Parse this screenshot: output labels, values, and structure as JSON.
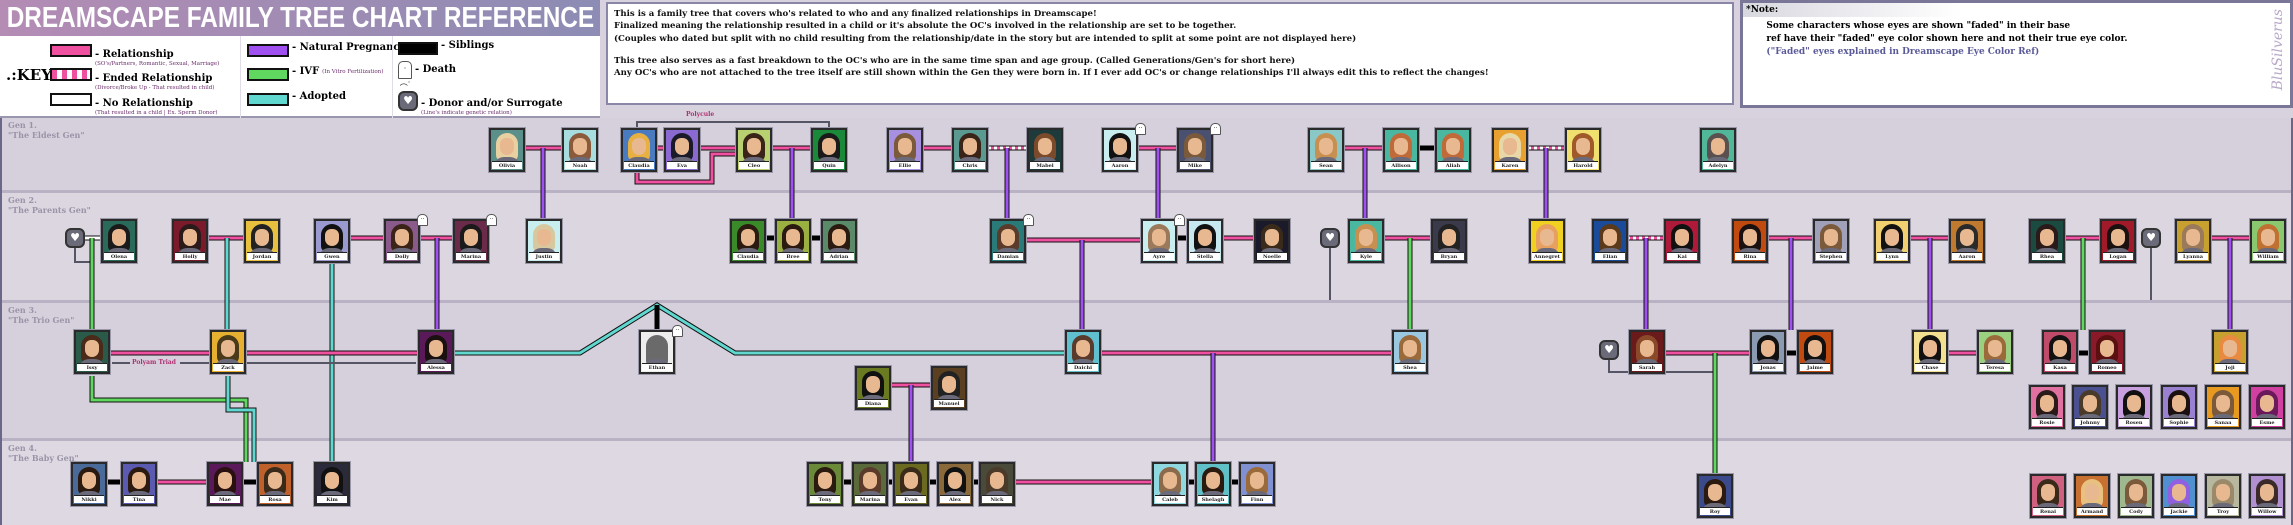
{
  "title": "DREAMSCAPE FAMILY TREE CHART REFERENCE",
  "key": {
    "label": ".:KEY",
    "items": [
      {
        "name": "relationship",
        "label": "- Relationship",
        "sub": "(SO's/Partners, Romantic, Sexual, Marriage)",
        "color": "#f050a0"
      },
      {
        "name": "ended-relationship",
        "label": "- Ended Relationship",
        "sub": "(Divorce/Broke Up - That resulted in child)",
        "color": "#f050a0"
      },
      {
        "name": "no-relationship",
        "label": "- No Relationship",
        "sub": "(That resulted in a child | Ex. Sperm Donor)",
        "color": "#ffffff"
      },
      {
        "name": "natural-pregnancy",
        "label": "- Natural Pregnancy",
        "sub": "",
        "color": "#a050f0"
      },
      {
        "name": "ivf",
        "label": "- IVF",
        "sub": "(In Vitro Fertilization)",
        "color": "#60d860"
      },
      {
        "name": "adopted",
        "label": "- Adopted",
        "sub": "",
        "color": "#60d8d0"
      },
      {
        "name": "siblings",
        "label": "- Siblings",
        "sub": "",
        "color": "#000000"
      },
      {
        "name": "death",
        "label": "- Death",
        "sub": "",
        "icon": "ghost-icon"
      },
      {
        "name": "donor",
        "label": "- Donor and/or Surrogate",
        "sub": "(Line's indicate genetic relation)",
        "icon": "heart-badge-icon"
      }
    ]
  },
  "info": {
    "lines": [
      "This is a family tree that covers who's related to who and any finalized relationships in Dreamscape!",
      "Finalized meaning the relationship resulted in a child or it's absolute the OC's involved in the relationship are set to be together.",
      "(Couples who dated but split with no child resulting from the relationship/date in the story but are intended to split at some point are not displayed here)",
      "This tree also serves as a fast breakdown to the OC's who are in the same time span and age group. (Called Generations/Gen's for short here)",
      "Any OC's who are not attached to the tree itself are still shown within the Gen they were born in. If I ever add OC's or change relationships I'll always edit this to reflect the changes!"
    ]
  },
  "note": {
    "heading": "*Note:",
    "line1": "Some characters whose eyes are shown \"faded\" in their base",
    "line2": "ref have their \"faded\" eye color shown here and not their true eye color.",
    "link": "(\"Faded\" eyes explained in Dreamscape Eye Color Ref)",
    "signature": "BluSilverus"
  },
  "annotations": {
    "polycule": "Polycule",
    "triad": "Polyam Triad"
  },
  "gens": [
    {
      "label": "Gen 1.",
      "subtitle": "\"The Eldest Gen\"",
      "characters": [
        {
          "name": "Olivia",
          "bg": "#5a8f8a",
          "hair": "#e8d0a0"
        },
        {
          "name": "Noah",
          "bg": "#a8dde0",
          "hair": "#8a5a3a"
        },
        {
          "name": "Claudia",
          "bg": "#4a7ac0",
          "hair": "#e8b040"
        },
        {
          "name": "Eva",
          "bg": "#8a6ad0",
          "hair": "#1a1a2a"
        },
        {
          "name": "Cleo",
          "bg": "#b8d070",
          "hair": "#3a2418"
        },
        {
          "name": "Quin",
          "bg": "#1a8a3a",
          "hair": "#1a1a1a"
        },
        {
          "name": "Ellie",
          "bg": "#a890e0",
          "hair": "#7a5a3a"
        },
        {
          "name": "Chris",
          "bg": "#5a9a90",
          "hair": "#3a2418"
        },
        {
          "name": "Mabel",
          "bg": "#1f3a3a",
          "hair": "#7a4a2a"
        },
        {
          "name": "Aaron",
          "bg": "#c8eef0",
          "hair": "#111111",
          "dead": true
        },
        {
          "name": "Mike",
          "bg": "#4a5070",
          "hair": "#7a5a3a",
          "dead": true
        },
        {
          "name": "Sean",
          "bg": "#8ac8c8",
          "hair": "#c89050"
        },
        {
          "name": "Allison",
          "bg": "#4ab8a0",
          "hair": "#c06a3a"
        },
        {
          "name": "Aliah",
          "bg": "#4ab8a0",
          "hair": "#c06a3a"
        },
        {
          "name": "Karen",
          "bg": "#e8a030",
          "hair": "#e8d8a8"
        },
        {
          "name": "Harold",
          "bg": "#f0e070",
          "hair": "#a05a2a"
        },
        {
          "name": "Adelyn",
          "bg": "#50b898",
          "hair": "#5a5050"
        }
      ]
    },
    {
      "label": "Gen 2.",
      "subtitle": "\"The Parents Gen\"",
      "characters": [
        {
          "name": "Olena",
          "bg": "#2a6a5a",
          "hair": "#1a1a1a"
        },
        {
          "name": "Holly",
          "bg": "#7a1a2a",
          "hair": "#2a1a1a"
        },
        {
          "name": "Jordan",
          "bg": "#e8c040",
          "hair": "#222222"
        },
        {
          "name": "Gwen",
          "bg": "#9a9ad0",
          "hair": "#111111"
        },
        {
          "name": "Dolly",
          "bg": "#8a5a8a",
          "hair": "#3a2418",
          "dead": true
        },
        {
          "name": "Marina",
          "bg": "#6a2a4a",
          "hair": "#1a1a1a",
          "dead": true
        },
        {
          "name": "Justin",
          "bg": "#c8eef0",
          "hair": "#d8c8a0"
        },
        {
          "name": "Claudia",
          "bg": "#3a8a2a",
          "hair": "#2a1a10"
        },
        {
          "name": "Bree",
          "bg": "#9ab040",
          "hair": "#2a1a10"
        },
        {
          "name": "Adrian",
          "bg": "#5a8a6a",
          "hair": "#2a1a10"
        },
        {
          "name": "Damian",
          "bg": "#2a7a7a",
          "hair": "#5a3a2a",
          "dead": true
        },
        {
          "name": "Ayre",
          "bg": "#c8eef0",
          "hair": "#9a7a5a",
          "dead": true
        },
        {
          "name": "Stella",
          "bg": "#c8e8f0",
          "hair": "#111111"
        },
        {
          "name": "Noelle",
          "bg": "#1a1a2a",
          "hair": "#3a2a1a"
        },
        {
          "name": "Kyle",
          "bg": "#4ab8a0",
          "hair": "#c89050"
        },
        {
          "name": "Bryan",
          "bg": "#3a3a4a",
          "hair": "#222222"
        },
        {
          "name": "Annegret",
          "bg": "#f0d020",
          "hair": "#e8a060"
        },
        {
          "name": "Elian",
          "bg": "#1a4a9a",
          "hair": "#5a3a1a"
        },
        {
          "name": "Kai",
          "bg": "#b01a3a",
          "hair": "#111111"
        },
        {
          "name": "Rina",
          "bg": "#c04a10",
          "hair": "#1a1010"
        },
        {
          "name": "Stephen",
          "bg": "#a0a0b8",
          "hair": "#7a5a3a"
        },
        {
          "name": "Lynn",
          "bg": "#f0d070",
          "hair": "#111111"
        },
        {
          "name": "Aaron",
          "bg": "#c07a30",
          "hair": "#2a2a2a"
        },
        {
          "name": "Rhea",
          "bg": "#1a4a40",
          "hair": "#2a1a1a"
        },
        {
          "name": "Logan",
          "bg": "#a01a2a",
          "hair": "#1a1010"
        },
        {
          "name": "Lyanna",
          "bg": "#c8a030",
          "hair": "#9a7a5a"
        },
        {
          "name": "William",
          "bg": "#8ac870",
          "hair": "#c07030"
        }
      ]
    },
    {
      "label": "Gen 3.",
      "subtitle": "\"The Trio Gen\"",
      "characters": [
        {
          "name": "Issy",
          "bg": "#2a5a4a",
          "hair": "#4a2a18"
        },
        {
          "name": "Zack",
          "bg": "#e8b030",
          "hair": "#4a3a1a"
        },
        {
          "name": "Alessa",
          "bg": "#5a1a5a",
          "hair": "#1a1010"
        },
        {
          "name": "Ethan",
          "bg": "#eeeeee",
          "hair": "#6a6a6a",
          "silhouette": true,
          "dead": true
        },
        {
          "name": "Daichi",
          "bg": "#60c0d0",
          "hair": "#5a3a2a"
        },
        {
          "name": "Diana",
          "bg": "#6a7a20",
          "hair": "#111111"
        },
        {
          "name": "Manuel",
          "bg": "#5a4020",
          "hair": "#222222"
        },
        {
          "name": "Shea",
          "bg": "#9ac8e0",
          "hair": "#9a6a3a"
        },
        {
          "name": "Sarah",
          "bg": "#6a1a1a",
          "hair": "#8a4a2a"
        },
        {
          "name": "Jonas",
          "bg": "#8a9ab0",
          "hair": "#111111"
        },
        {
          "name": "Jaime",
          "bg": "#c04a10",
          "hair": "#111111"
        },
        {
          "name": "Chase",
          "bg": "#f0e090",
          "hair": "#111111"
        },
        {
          "name": "Teresa",
          "bg": "#9ad080",
          "hair": "#9a6a3a"
        },
        {
          "name": "Kasa",
          "bg": "#c04a6a",
          "hair": "#111111"
        },
        {
          "name": "Romeo",
          "bg": "#8a1a2a",
          "hair": "#5a1010"
        },
        {
          "name": "Joji",
          "bg": "#c8a030",
          "hair": "#e88a40"
        },
        {
          "name": "Rosie",
          "bg": "#e070a0",
          "hair": "#2a1a1a"
        },
        {
          "name": "Johnny",
          "bg": "#4a5090",
          "hair": "#4a3a2a"
        },
        {
          "name": "Rosen",
          "bg": "#c8a0e0",
          "hair": "#111111"
        },
        {
          "name": "Sophie",
          "bg": "#9a80d0",
          "hair": "#1a1010"
        },
        {
          "name": "Sanaa",
          "bg": "#e89a20",
          "hair": "#7a5a3a"
        },
        {
          "name": "Esme",
          "bg": "#d040a0",
          "hair": "#6a1a5a"
        }
      ]
    },
    {
      "label": "Gen 4.",
      "subtitle": "\"The Baby Gen\"",
      "characters": [
        {
          "name": "Nikki",
          "bg": "#4a6a9a",
          "hair": "#2a1a10"
        },
        {
          "name": "Tina",
          "bg": "#5a5ab0",
          "hair": "#2a1a10"
        },
        {
          "name": "Mae",
          "bg": "#5a1a5a",
          "hair": "#2a1010"
        },
        {
          "name": "Rosa",
          "bg": "#c0602a",
          "hair": "#3a2a1a"
        },
        {
          "name": "Kim",
          "bg": "#2a2a3a",
          "hair": "#111111"
        },
        {
          "name": "Tony",
          "bg": "#6a8a3a",
          "hair": "#2a1a10"
        },
        {
          "name": "Marina",
          "bg": "#5a6a3a",
          "hair": "#5a3a2a"
        },
        {
          "name": "Evan",
          "bg": "#6a6a20",
          "hair": "#3a2a1a"
        },
        {
          "name": "Alex",
          "bg": "#8a6a3a",
          "hair": "#111111"
        },
        {
          "name": "Nick",
          "bg": "#4a4a3a",
          "hair": "#4a3a2a"
        },
        {
          "name": "Caleb",
          "bg": "#90d8e0",
          "hair": "#8a6a4a"
        },
        {
          "name": "Shelagh",
          "bg": "#60c0c8",
          "hair": "#2a1a10"
        },
        {
          "name": "Finn",
          "bg": "#8090d0",
          "hair": "#9a6a3a"
        },
        {
          "name": "Roy",
          "bg": "#3a4a8a",
          "hair": "#2a1a10"
        },
        {
          "name": "Renai",
          "bg": "#d06080",
          "hair": "#3a2a1a"
        },
        {
          "name": "Armand",
          "bg": "#c87030",
          "hair": "#e8c080"
        },
        {
          "name": "Cody",
          "bg": "#a0b890",
          "hair": "#7a5a3a"
        },
        {
          "name": "Jackie",
          "bg": "#5090d0",
          "hair": "#9060e0"
        },
        {
          "name": "Troy",
          "bg": "#b8b8a0",
          "hair": "#9a8a6a"
        },
        {
          "name": "Willow",
          "bg": "#b090d0",
          "hair": "#3a2a2a"
        }
      ]
    }
  ]
}
